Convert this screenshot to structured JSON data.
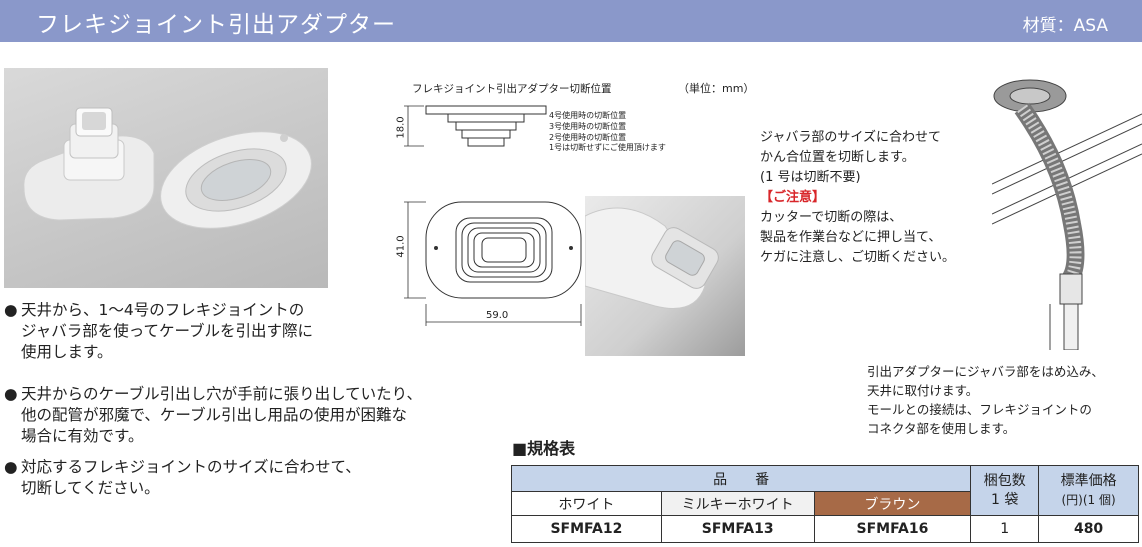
{
  "header": {
    "title": "フレキジョイント引出アダプター",
    "material": "材質：ASA"
  },
  "description": [
    {
      "bullet": "●",
      "lines": [
        "天井から、1～4号のフレキジョイントの",
        "ジャバラ部を使ってケーブルを引出す際に",
        "使用します。"
      ]
    },
    {
      "bullet": "●",
      "lines": [
        "天井からのケーブル引出し穴が手前に張り出していたり、",
        "他の配管が邪魔で、ケーブル引出し用品の使用が困難な",
        "場合に有効です。"
      ]
    },
    {
      "bullet": "●",
      "lines": [
        "対応するフレキジョイントのサイズに合わせて、",
        "切断してください。"
      ]
    }
  ],
  "diagram": {
    "title": "フレキジョイント引出アダプター切断位置",
    "unit": "（単位：mm）",
    "cut_labels": [
      "4号使用時の切断位置",
      "3号使用時の切断位置",
      "2号使用時の切断位置",
      "1号は切断せずにご使用頂けます"
    ],
    "dim_height": "18.0",
    "dim_depth": "41.0",
    "dim_width": "59.0"
  },
  "note": {
    "lines": [
      "ジャバラ部のサイズに合わせて",
      "かん合位置を切断します。",
      "(1 号は切断不要)"
    ],
    "caution_title": "【ご注意】",
    "caution_lines": [
      "カッターで切断の際は、",
      "製品を作業台などに押し当て、",
      "ケガに注意し、ご切断ください。"
    ]
  },
  "note2": {
    "lines": [
      "引出アダプターにジャバラ部をはめ込み、",
      "天井に取付けます。",
      "モールとの接続は、フレキジョイントの",
      "コネクタ部を使用します。"
    ]
  },
  "spec": {
    "title": "■規格表",
    "header_product": "品　　番",
    "colors": [
      "ホワイト",
      "ミルキーホワイト",
      "ブラウン"
    ],
    "header_pack": [
      "梱包数",
      "1 袋"
    ],
    "header_price": [
      "標準価格",
      "(円)(1 個)"
    ],
    "codes": [
      "SFMFA12",
      "SFMFA13",
      "SFMFA16"
    ],
    "pack": "1",
    "price": "480"
  }
}
